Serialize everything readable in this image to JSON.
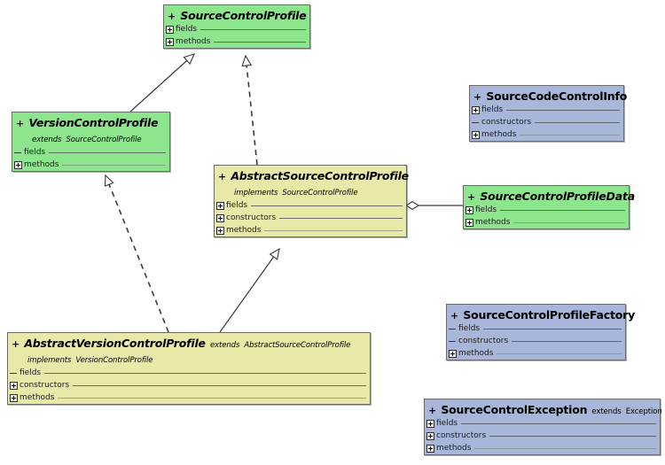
{
  "diagram": {
    "title": "Source Control Profile UML class diagram",
    "type": "uml-class-diagram",
    "background_color": "#ffffff",
    "palette": {
      "interface_fill": "#8de68d",
      "abstract_fill": "#e8e8a8",
      "class_fill": "#a8b6d9",
      "border": "#6b6b6b",
      "line": "#3a3a3a"
    },
    "row_labels": {
      "fields": "fields",
      "constructors": "constructors",
      "methods": "methods"
    },
    "keywords": {
      "extends": "extends",
      "implements": "implements",
      "visibility_public": "+"
    }
  },
  "nodes": [
    {
      "id": "source-control-profile",
      "name": "SourceControlProfile",
      "visibility": "+",
      "stereotype": "interface",
      "color": "green",
      "italic_title": true,
      "relation_lines": [],
      "rows": [
        {
          "label": "fields",
          "marker": "plus"
        },
        {
          "label": "methods",
          "marker": "plus"
        }
      ]
    },
    {
      "id": "version-control-profile",
      "name": "VersionControlProfile",
      "visibility": "+",
      "stereotype": "interface",
      "color": "green",
      "italic_title": true,
      "relation_lines": [
        {
          "keyword": "extends",
          "target": "SourceControlProfile",
          "italic": true
        }
      ],
      "rows": [
        {
          "label": "fields",
          "marker": "dash"
        },
        {
          "label": "methods",
          "marker": "plus"
        }
      ]
    },
    {
      "id": "abstract-source-control-profile",
      "name": "AbstractSourceControlProfile",
      "visibility": "+",
      "stereotype": "abstract-class",
      "color": "yellow",
      "italic_title": true,
      "relation_lines": [
        {
          "keyword": "implements",
          "target": "SourceControlProfile",
          "italic": true
        }
      ],
      "rows": [
        {
          "label": "fields",
          "marker": "plus"
        },
        {
          "label": "constructors",
          "marker": "plus"
        },
        {
          "label": "methods",
          "marker": "plus"
        }
      ]
    },
    {
      "id": "abstract-version-control-profile",
      "name": "AbstractVersionControlProfile",
      "visibility": "+",
      "stereotype": "abstract-class",
      "color": "yellow",
      "italic_title": true,
      "inline_relation": {
        "keyword": "extends",
        "target": "AbstractSourceControlProfile",
        "italic": true
      },
      "relation_lines": [
        {
          "keyword": "implements",
          "target": "VersionControlProfile",
          "italic": true
        }
      ],
      "rows": [
        {
          "label": "fields",
          "marker": "dash"
        },
        {
          "label": "constructors",
          "marker": "plus"
        },
        {
          "label": "methods",
          "marker": "plus"
        }
      ]
    },
    {
      "id": "source-code-control-info",
      "name": "SourceCodeControlInfo",
      "visibility": "+",
      "stereotype": "class",
      "color": "blue",
      "italic_title": false,
      "relation_lines": [],
      "rows": [
        {
          "label": "fields",
          "marker": "plus"
        },
        {
          "label": "constructors",
          "marker": "dash"
        },
        {
          "label": "methods",
          "marker": "plus"
        }
      ]
    },
    {
      "id": "source-control-profile-data",
      "name": "SourceControlProfileData",
      "visibility": "+",
      "stereotype": "interface",
      "color": "green",
      "italic_title": true,
      "relation_lines": [],
      "rows": [
        {
          "label": "fields",
          "marker": "plus"
        },
        {
          "label": "methods",
          "marker": "plus"
        }
      ]
    },
    {
      "id": "source-control-profile-factory",
      "name": "SourceControlProfileFactory",
      "visibility": "+",
      "stereotype": "class",
      "color": "blue",
      "italic_title": false,
      "relation_lines": [],
      "rows": [
        {
          "label": "fields",
          "marker": "dash"
        },
        {
          "label": "constructors",
          "marker": "dash"
        },
        {
          "label": "methods",
          "marker": "plus"
        }
      ]
    },
    {
      "id": "source-control-exception",
      "name": "SourceControlException",
      "visibility": "+",
      "stereotype": "class",
      "color": "blue",
      "italic_title": false,
      "inline_relation": {
        "keyword": "extends",
        "target": "Exception",
        "italic": false
      },
      "relation_lines": [],
      "rows": [
        {
          "label": "fields",
          "marker": "plus"
        },
        {
          "label": "constructors",
          "marker": "plus"
        },
        {
          "label": "methods",
          "marker": "plus"
        }
      ]
    }
  ],
  "edges": [
    {
      "id": "e1",
      "from": "version-control-profile",
      "to": "source-control-profile",
      "kind": "generalization",
      "style": "solid",
      "head": "hollow-triangle"
    },
    {
      "id": "e2",
      "from": "abstract-source-control-profile",
      "to": "source-control-profile",
      "kind": "realization",
      "style": "dashed",
      "head": "hollow-triangle"
    },
    {
      "id": "e3",
      "from": "abstract-version-control-profile",
      "to": "version-control-profile",
      "kind": "realization",
      "style": "dashed",
      "head": "hollow-triangle"
    },
    {
      "id": "e4",
      "from": "abstract-version-control-profile",
      "to": "abstract-source-control-profile",
      "kind": "generalization",
      "style": "solid",
      "head": "hollow-triangle"
    },
    {
      "id": "e5",
      "from": "abstract-source-control-profile",
      "to": "source-control-profile-data",
      "kind": "aggregation",
      "style": "solid",
      "head": "hollow-diamond"
    }
  ]
}
